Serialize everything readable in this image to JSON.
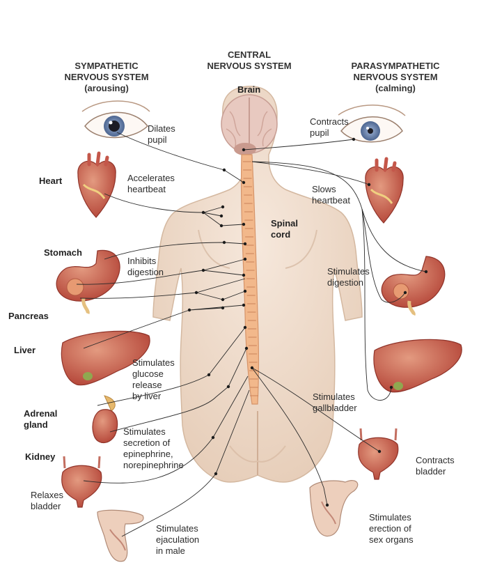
{
  "headers": {
    "sympathetic": [
      "SYMPATHETIC",
      "NERVOUS SYSTEM",
      "(arousing)"
    ],
    "central": [
      "CENTRAL",
      "NERVOUS SYSTEM"
    ],
    "parasympathetic": [
      "PARASYMPATHETIC",
      "NERVOUS SYSTEM",
      "(calming)"
    ]
  },
  "structures": {
    "brain": "Brain",
    "spinal_cord": [
      "Spinal",
      "cord"
    ]
  },
  "organs": {
    "heart": "Heart",
    "stomach": "Stomach",
    "pancreas": "Pancreas",
    "liver": "Liver",
    "adrenal_gland": [
      "Adrenal",
      "gland"
    ],
    "kidney": "Kidney"
  },
  "sympathetic_effects": {
    "pupil": [
      "Dilates",
      "pupil"
    ],
    "heart": [
      "Accelerates",
      "heartbeat"
    ],
    "digestion": [
      "Inhibits",
      "digestion"
    ],
    "liver": [
      "Stimulates",
      "glucose",
      "release",
      "by liver"
    ],
    "adrenal": [
      "Stimulates",
      "secretion of",
      "epinephrine,",
      "norepinephrine"
    ],
    "bladder": [
      "Relaxes",
      "bladder"
    ],
    "sex": [
      "Stimulates",
      "ejaculation",
      "in male"
    ]
  },
  "parasympathetic_effects": {
    "pupil": [
      "Contracts",
      "pupil"
    ],
    "heart": [
      "Slows",
      "heartbeat"
    ],
    "digestion": [
      "Stimulates",
      "digestion"
    ],
    "gallbladder": [
      "Stimulates",
      "gallbladder"
    ],
    "bladder": [
      "Contracts",
      "bladder"
    ],
    "sex": [
      "Stimulates",
      "erection of",
      "sex organs"
    ]
  },
  "colors": {
    "skin": "#efdccb",
    "skin_shadow": "#d8bba3",
    "spine": "#f0b98c",
    "organ": "#c9574a",
    "organ_light": "#e9a68a",
    "nerve": "#2a2a2a",
    "text": "#2b2b2b"
  }
}
